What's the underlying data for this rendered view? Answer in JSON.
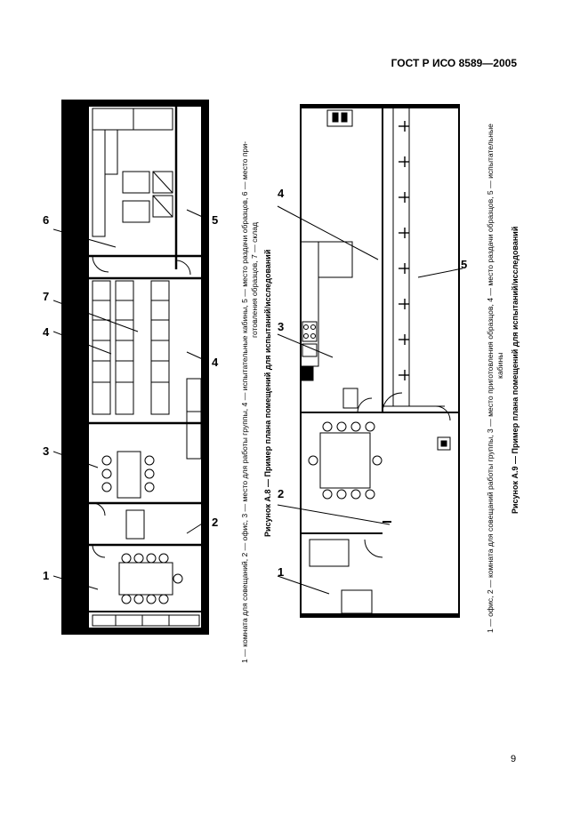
{
  "header": {
    "standard": "ГОСТ Р ИСО 8589—2005"
  },
  "figure_a8": {
    "legend": "1 — комната для совещаний, 2 — офис, 3 — место для работы группы, 4 — испытательные кабины, 5 — место раздачи образцов, 6 — место при-",
    "legend_cont": "готовления образцов, 7 — склад",
    "title": "Рисунок А.8 — Пример плана помещений для испытаний/исследований",
    "labels": [
      "1",
      "2",
      "3",
      "4",
      "5",
      "6",
      "7",
      "4"
    ]
  },
  "figure_a9": {
    "legend": "1 — офис, 2 — комната для совещаний работы группы, 3 — место приготовления образцов, 4 — место раздачи образцов, 5 — испытательные",
    "legend_cont": "кабины",
    "title": "Рисунок А.9 — Пример плана помещений для испытаний/исследований",
    "labels": [
      "1",
      "2",
      "3",
      "4",
      "5"
    ]
  },
  "page_number": "9"
}
